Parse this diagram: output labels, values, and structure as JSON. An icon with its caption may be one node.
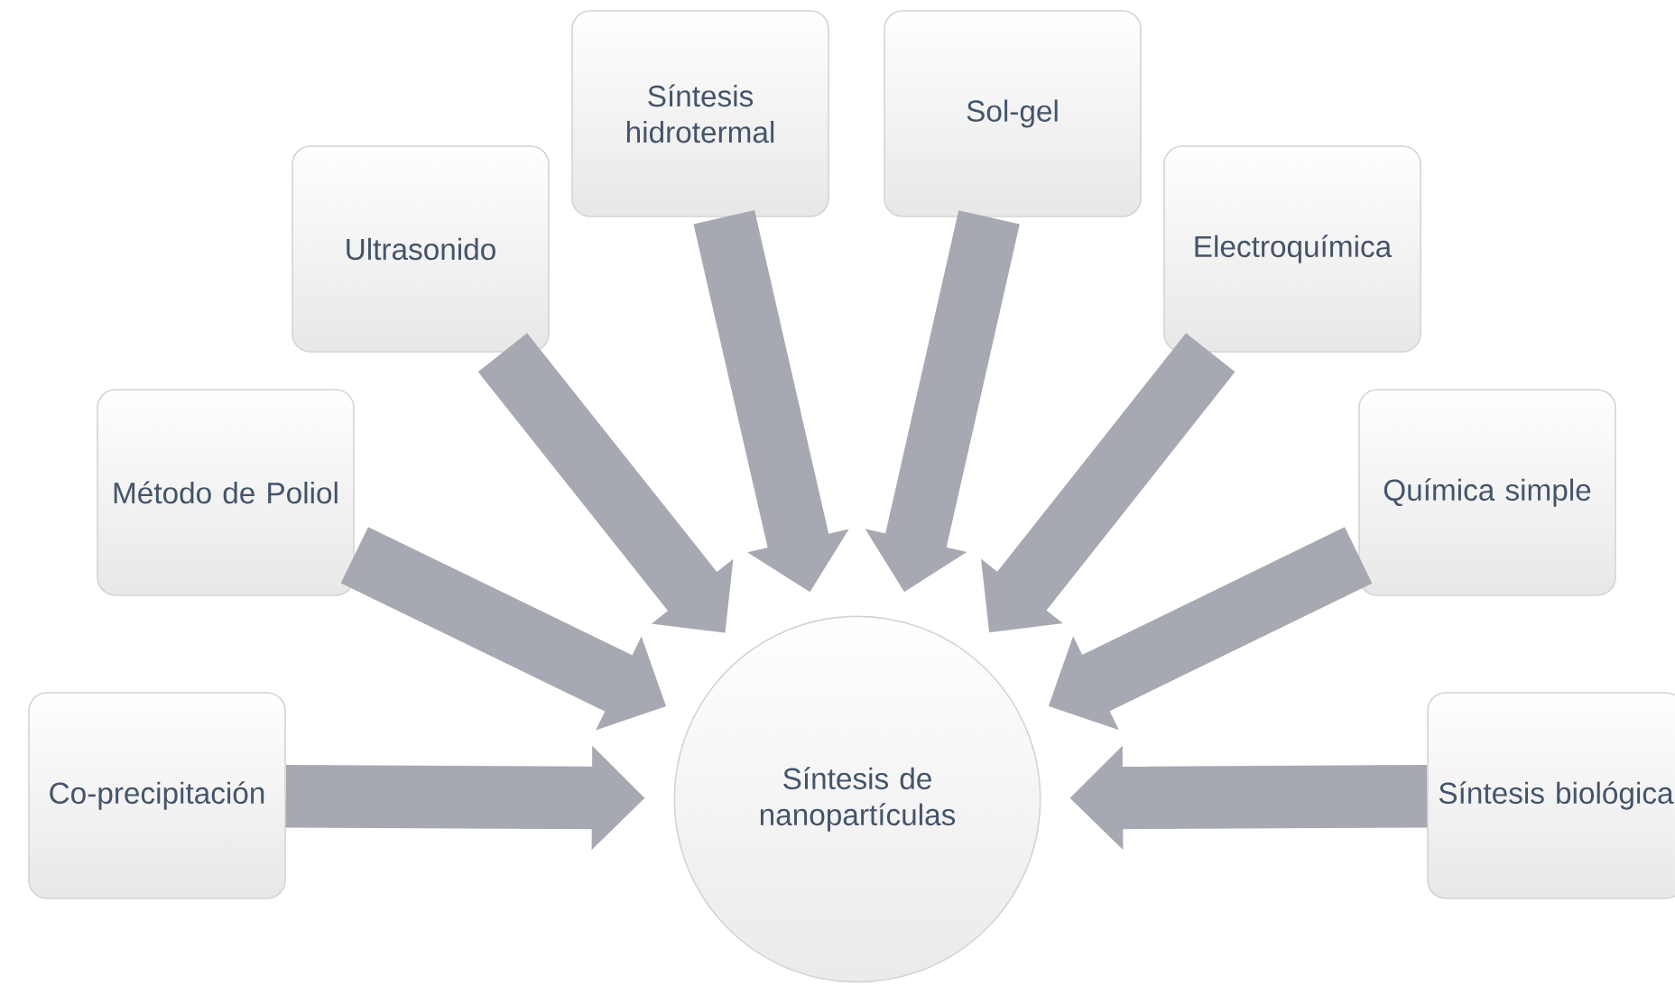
{
  "diagram": {
    "nodes": [
      {
        "text": [
          "Co-precipitación"
        ]
      },
      {
        "text": [
          "Método de Poliol"
        ]
      },
      {
        "text": [
          "Ultrasonido"
        ]
      },
      {
        "text": [
          "Síntesis hidrotermal"
        ]
      },
      {
        "text": [
          "Sol-gel"
        ]
      },
      {
        "text": [
          "Electroquímica"
        ]
      },
      {
        "text": [
          "Química simple"
        ]
      },
      {
        "text": [
          "Síntesis biológica"
        ]
      },
      {
        "text": [
          "Síntesis de nanopartículas"
        ]
      }
    ],
    "edges": [
      {
        "from": 0,
        "to": 8,
        "arrow": "to"
      },
      {
        "from": 1,
        "to": 8,
        "arrow": "to"
      },
      {
        "from": 2,
        "to": 8,
        "arrow": "to"
      },
      {
        "from": 3,
        "to": 8,
        "arrow": "to"
      },
      {
        "from": 4,
        "to": 8,
        "arrow": "to"
      },
      {
        "from": 5,
        "to": 8,
        "arrow": "to"
      },
      {
        "from": 6,
        "to": 8,
        "arrow": "to"
      },
      {
        "from": 7,
        "to": 8,
        "arrow": "to"
      }
    ]
  }
}
